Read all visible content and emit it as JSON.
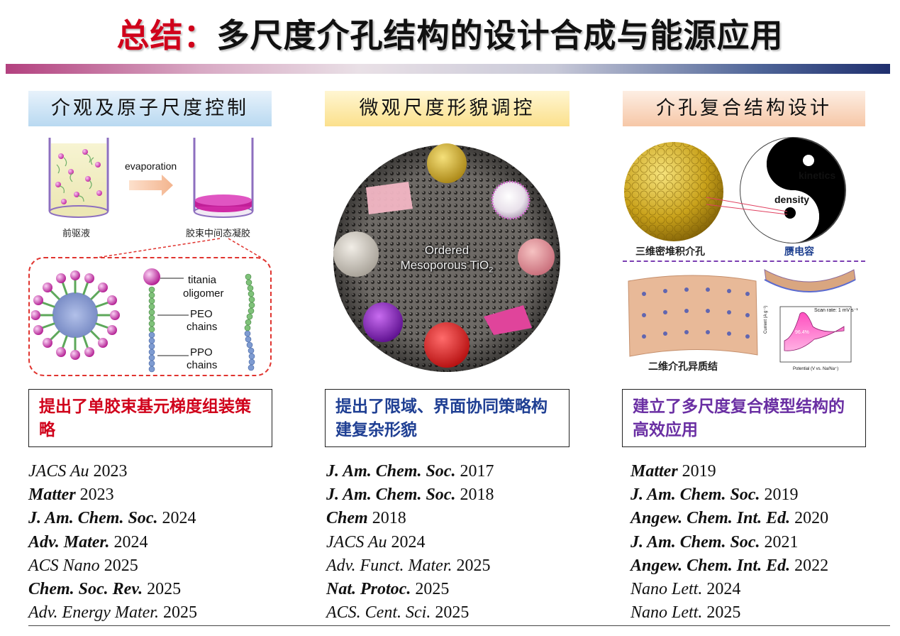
{
  "title": {
    "highlight": "总结：",
    "text": "多尺度介孔结构的设计合成与能源应用"
  },
  "columns": [
    {
      "heading": "介观及原子尺度控制",
      "summary": "提出了单胶束基元梯度组装策略",
      "summary_color": "#d0021b",
      "refs": [
        {
          "journal": "JACS Au",
          "year": "2023",
          "bold": false
        },
        {
          "journal": "Matter",
          "year": "2023",
          "bold": true
        },
        {
          "journal": "J. Am. Chem. Soc.",
          "year": "2024",
          "bold": true
        },
        {
          "journal": "Adv. Mater.",
          "year": "2024",
          "bold": true
        },
        {
          "journal": "ACS Nano",
          "year": "2025",
          "bold": false
        },
        {
          "journal": "Chem. Soc. Rev.",
          "year": "2025",
          "bold": true
        },
        {
          "journal": "Adv. Energy Mater.",
          "year": "2025",
          "bold": false
        }
      ]
    },
    {
      "heading": "微观尺度形貌调控",
      "summary": "提出了限域、界面协同策略构建复杂形貌",
      "summary_color": "#1f3f93",
      "refs": [
        {
          "journal": "J. Am. Chem. Soc.",
          "year": "2017",
          "bold": true
        },
        {
          "journal": "J. Am. Chem. Soc.",
          "year": "2018",
          "bold": true
        },
        {
          "journal": "Chem",
          "year": "2018",
          "bold": true
        },
        {
          "journal": "JACS Au",
          "year": "2024",
          "bold": false
        },
        {
          "journal": "Adv. Funct. Mater.",
          "year": "2025",
          "bold": false
        },
        {
          "journal": "Nat. Protoc.",
          "year": "2025",
          "bold": true
        },
        {
          "journal": "ACS. Cent. Sci.",
          "year": "2025",
          "bold": false
        }
      ]
    },
    {
      "heading": "介孔复合结构设计",
      "summary": "建立了多尺度复合模型结构的高效应用",
      "summary_color": "#6a2fa3",
      "refs": [
        {
          "journal": "Matter",
          "year": "2019",
          "bold": true
        },
        {
          "journal": "J. Am. Chem. Soc.",
          "year": "2019",
          "bold": true
        },
        {
          "journal": "Angew. Chem. Int. Ed.",
          "year": "2020",
          "bold": true
        },
        {
          "journal": "J. Am. Chem. Soc.",
          "year": "2021",
          "bold": true
        },
        {
          "journal": "Angew. Chem. Int. Ed.",
          "year": "2022",
          "bold": true
        },
        {
          "journal": "Nano Lett.",
          "year": "2024",
          "bold": false
        },
        {
          "journal": "Nano Lett.",
          "year": "2025",
          "bold": false
        }
      ]
    }
  ],
  "figure1": {
    "arrow_label": "evaporation",
    "left_caption": "前驱液",
    "right_caption": "胶束中间态凝胶",
    "labels": {
      "titania1": "titania",
      "titania2": "oligomer",
      "peo1": "PEO",
      "peo2": "chains",
      "ppo1": "PPO",
      "ppo2": "chains"
    }
  },
  "figure2": {
    "center_label_1": "Ordered",
    "center_label_2": "Mesoporous TiO",
    "center_label_sub": "2"
  },
  "figure3": {
    "kinetics": "kinetics",
    "density": "density",
    "cap_sphere": "三维密堆积介孔",
    "cap_yinyang": "赝电容",
    "cap_sheet": "二维介孔异质结",
    "plot_scan": "Scan rate: 1 mV s⁻¹",
    "plot_pct": "96.4%",
    "plot_xlabel": "Potential (V vs. Na/Na⁺)",
    "plot_ylabel": "Current (A g⁻¹)"
  },
  "colors": {
    "title_highlight": "#d0021b",
    "head1": "#b9d9f1",
    "head2": "#fbe08c",
    "head3": "#f6c7a7"
  }
}
